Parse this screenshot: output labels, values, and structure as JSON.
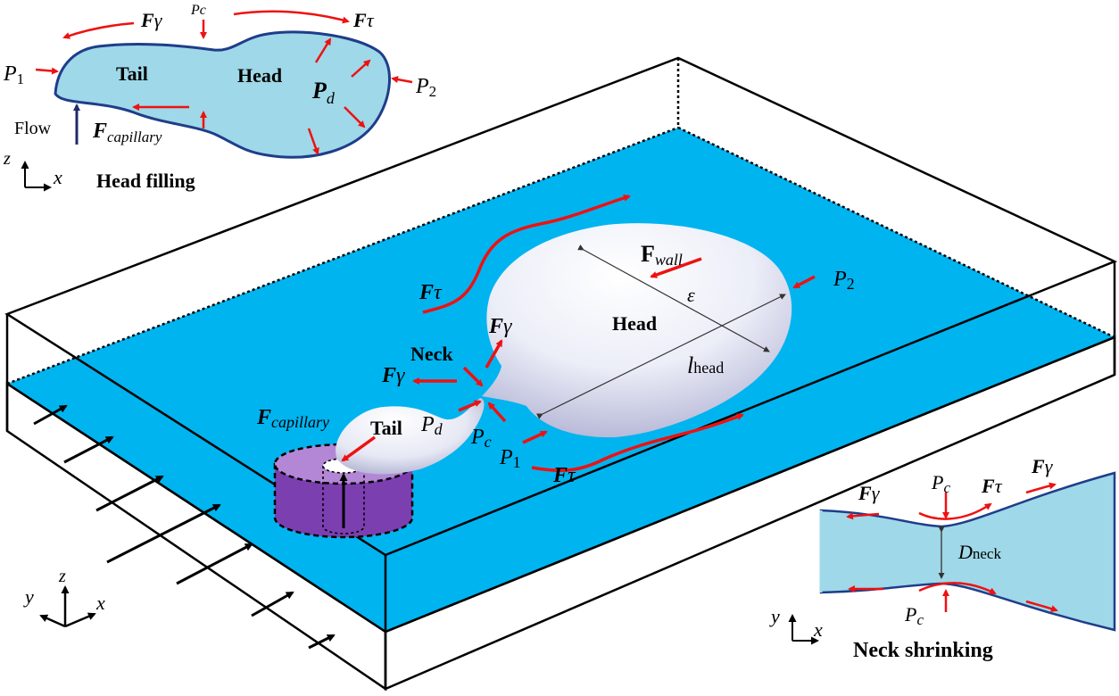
{
  "colors": {
    "fluid": "#00b4f0",
    "droplet_light": "#f4f4fa",
    "droplet_shade": "#b7b8d8",
    "inset_fill": "#9fd8e8",
    "inset_stroke": "#1f3d8a",
    "force_arrow": "#ee1111",
    "outlet": "#7c3fb0",
    "outlet_top": "#b487d6"
  },
  "icons": [
    "flow-arrow-icon",
    "force-arrow-icon",
    "axis-icon"
  ],
  "head_filling": {
    "title": "Head filling",
    "tail": "Tail",
    "head": "Head",
    "P1": "P",
    "P1_sub": "1",
    "P2": "P",
    "P2_sub": "2",
    "Pc": "Pc",
    "Pd": "P",
    "Pd_sub": "d",
    "F_gamma": "F",
    "gamma": "γ",
    "F_tau": "F",
    "tau": "τ",
    "F_cap": "F",
    "cap_sub": "capillary",
    "flow": "Flow",
    "axis_z": "z",
    "axis_x": "x"
  },
  "main": {
    "head": "Head",
    "neck": "Neck",
    "tail": "Tail",
    "F_wall": "F",
    "wall_sub": "wall",
    "epsilon": "ε",
    "l": "l",
    "l_sub": "head",
    "P2": "P",
    "P2_sub": "2",
    "P1": "P",
    "P1_sub": "1",
    "Pc": "P",
    "Pc_sub": "c",
    "Pd": "P",
    "Pd_sub": "d",
    "F_tau": "F",
    "tau": "τ",
    "F_gamma": "F",
    "gamma": "γ",
    "F_cap": "F",
    "cap_sub": "capillary",
    "axis_y": "y",
    "axis_z": "z",
    "axis_x": "x"
  },
  "neck_shrinking": {
    "title": "Neck shrinking",
    "F_gamma": "F",
    "gamma": "γ",
    "F_tau": "F",
    "tau": "τ",
    "Pc": "P",
    "Pc_sub": "c",
    "D": "D",
    "D_sub": "neck",
    "axis_y": "y",
    "axis_x": "x"
  }
}
